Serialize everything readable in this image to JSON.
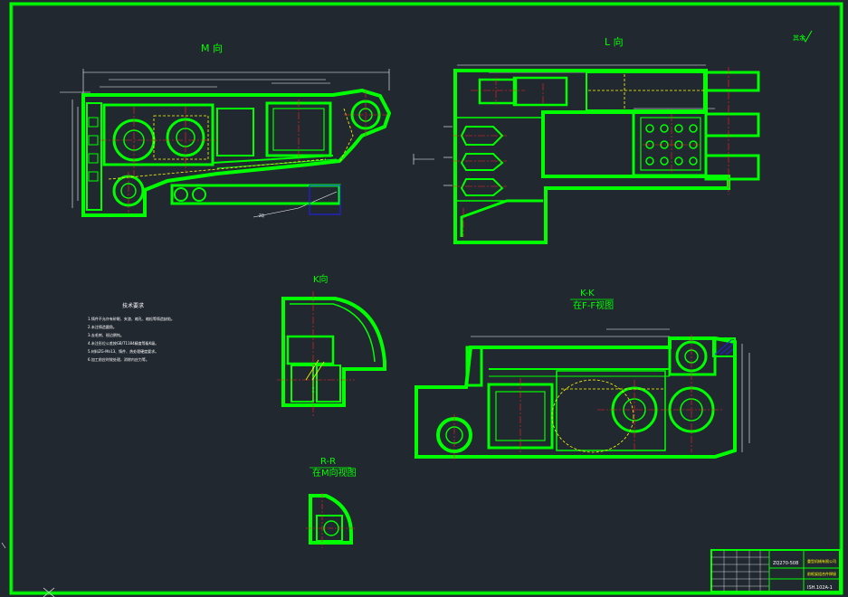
{
  "colors": {
    "background": "#212830",
    "outline": "#00ff00",
    "centerline": "#ff2020",
    "dimension": "#ffffff",
    "hidden": "#ffff00",
    "section": "#2020ff"
  },
  "views": {
    "m_view": "M 向",
    "l_view": "L 向",
    "k_view": "K向",
    "kk_title": "K-K",
    "kk_subtitle": "在F-F视图",
    "rr_title": "R-R",
    "rr_subtitle": "在M向视图"
  },
  "surface_mark": "其余",
  "notes": {
    "title": "技术要求",
    "lines": [
      "1.铸件不允许有砂眼、夹渣、缩孔、缩松等铸造缺陷。",
      "2.未注铸造圆角。",
      "3.去毛刺、锐边倒钝。",
      "4.未注形位公差按GB/T1184精度等级K级。",
      "5.材料ZG-Mn13、铸件、热处理硬度要求。",
      "6.加工前应时效处理，消除内应力等。"
    ]
  },
  "title_block": {
    "drawing_no": "ZQ270-508",
    "company": "重型机械有限公司",
    "part_name": "前框架组合件焊接",
    "code": "ISH.102A-1"
  }
}
